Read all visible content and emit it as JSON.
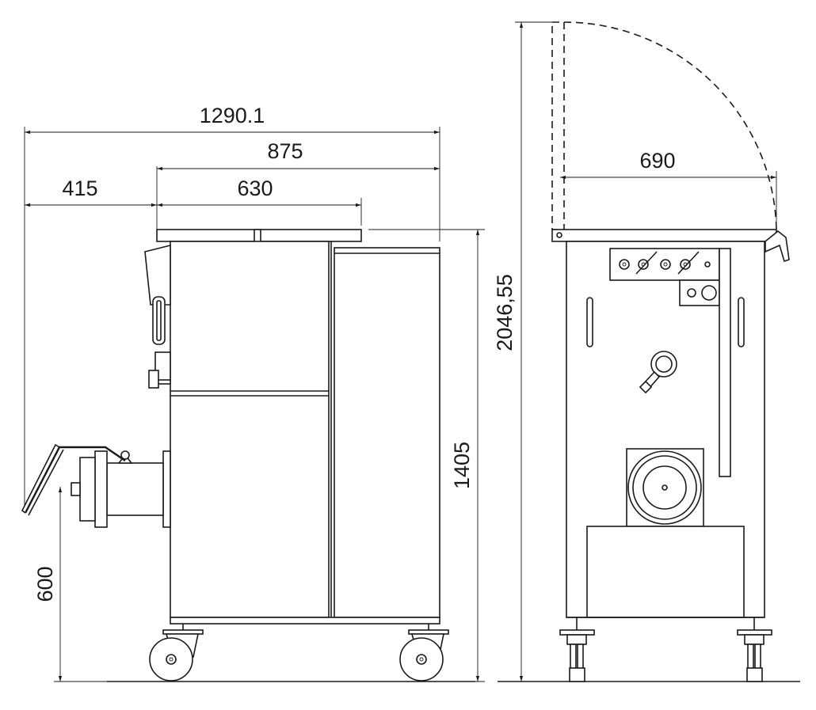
{
  "dimensions": {
    "overall_width": "1290.1",
    "body_depth": "875",
    "offset": "415",
    "top_width": "630",
    "height": "1405",
    "outlet_height": "600",
    "lid_depth": "690",
    "lid_open_height": "2046,55"
  },
  "colors": {
    "line": "#1a1a1a",
    "background": "#ffffff"
  }
}
